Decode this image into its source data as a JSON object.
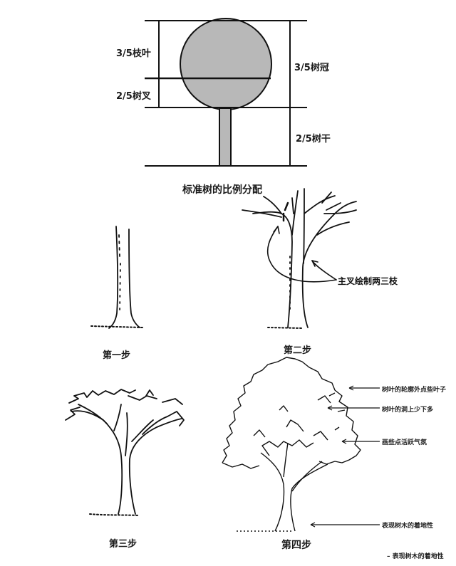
{
  "proportion_diagram": {
    "title": "标准树的比例分配",
    "left_labels": [
      "3/5枝叶",
      "2/5树叉"
    ],
    "right_labels": [
      "3/5树冠",
      "2/5树干"
    ],
    "colors": {
      "fill": "#b5b5b5",
      "stroke": "#111111"
    }
  },
  "steps": [
    {
      "caption": "第一步"
    },
    {
      "caption": "第二步",
      "annotation": "主叉绘制两三枝"
    },
    {
      "caption": "第三步"
    },
    {
      "caption": "第四步",
      "notes": [
        "树叶的轮廓外点些叶子",
        "树叶的洞上少下多",
        "画些点活跃气氛",
        "表现树木的着地性"
      ]
    }
  ],
  "footer_note": "– 表现树木的着地性"
}
